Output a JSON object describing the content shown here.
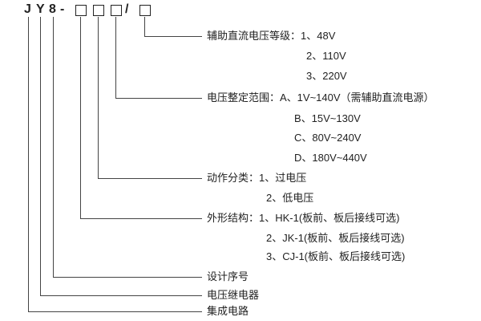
{
  "model_code": {
    "letters": [
      "J",
      "Y",
      "8"
    ],
    "separator_dash": "-",
    "separator_slash": "/"
  },
  "callouts": {
    "aux_voltage": {
      "line1": "辅助直流电压等级：1、48V",
      "line2": "2、110V",
      "line3": "3、220V"
    },
    "setting_range": {
      "line1": "电压整定范围：A、1V~140V（需辅助直流电源）",
      "line2": "B、15V~130V",
      "line3": "C、80V~240V",
      "line4": "D、180V~440V"
    },
    "action_class": {
      "line1": "动作分类：1、过电压",
      "line2": "2、低电压"
    },
    "shape_structure": {
      "line1": "外形结构：1、HK-1(板前、板后接线可选)",
      "line2": "2、JK-1(板前、板后接线可选)",
      "line3": "3、CJ-1(板前、板后接线可选)"
    },
    "design_serial": "设计序号",
    "voltage_relay": "电压继电器",
    "integrated_circuit": "集成电路"
  },
  "colors": {
    "line": "#444444",
    "text": "#222222",
    "background": "#ffffff"
  }
}
